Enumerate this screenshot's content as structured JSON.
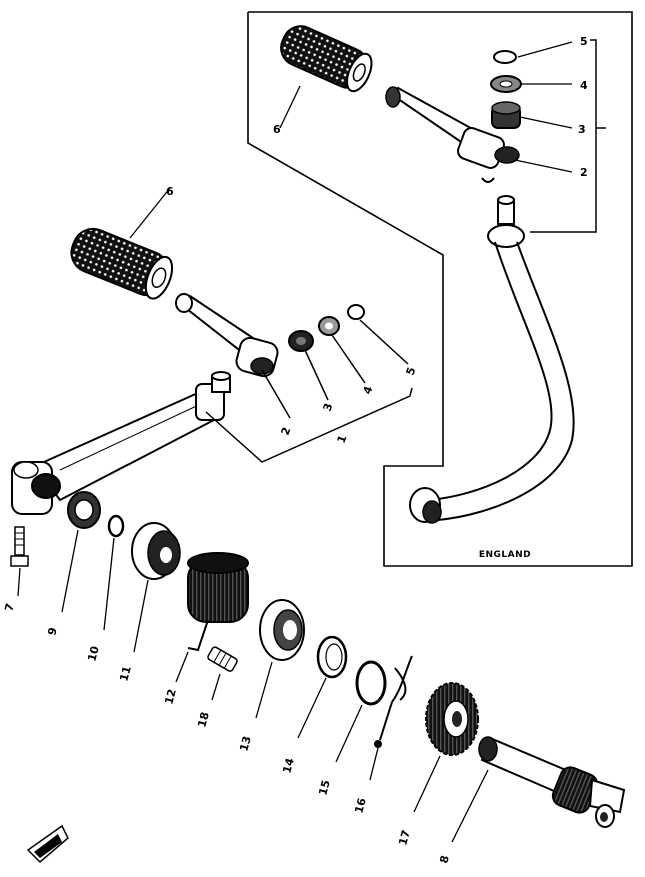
{
  "inset_caption": "ENGLAND",
  "part_numbers": {
    "n1": "1",
    "n2": "2",
    "n3": "3",
    "n4": "4",
    "n5": "5",
    "n6": "6",
    "n7": "7",
    "n8": "8",
    "n9": "9",
    "n10": "10",
    "n11": "11",
    "n12": "12",
    "n13": "13",
    "n14": "14",
    "n15": "15",
    "n16": "16",
    "n17": "17",
    "n18": "18"
  },
  "colors": {
    "ink": "#000000",
    "paper": "#ffffff",
    "shade": "#222222"
  }
}
